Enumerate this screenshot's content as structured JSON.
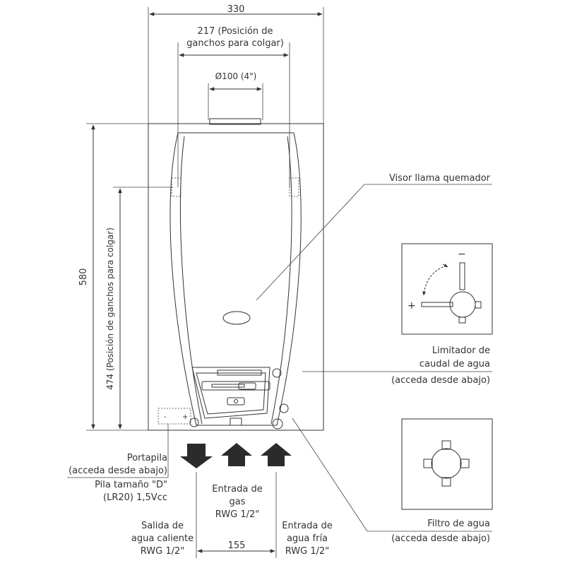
{
  "dimensions": {
    "overall_width": "330",
    "hooks_spacing_line1": "217 (Posición de",
    "hooks_spacing_line2": "ganchos para colgar)",
    "flue_diameter": "Ø100 (4\")",
    "overall_height": "580",
    "hooks_height": "474 (Posición de ganchos para colgar)",
    "connection_spacing": "155"
  },
  "labels": {
    "burner_viewer": "Visor llama quemador",
    "flow_limiter_line1": "Limitador de",
    "flow_limiter_line2": "caudal de agua",
    "flow_limiter_line3": "(acceda desde abajo)",
    "water_filter_line1": "Filtro de agua",
    "water_filter_line2": "(acceda desde abajo)",
    "battery_holder_line1": "Portapila",
    "battery_holder_line2": "(acceda desde abajo)",
    "battery_spec_line1": "Pila tamaño \"D\"",
    "battery_spec_line2": "(LR20) 1,5Vcc",
    "gas_inlet_line1": "Entrada de",
    "gas_inlet_line2": "gas",
    "gas_inlet_line3": "RWG 1/2\"",
    "hot_outlet_line1": "Salida de",
    "hot_outlet_line2": "agua caliente",
    "hot_outlet_line3": "RWG 1/2\"",
    "cold_inlet_line1": "Entrada de",
    "cold_inlet_line2": "agua fría",
    "cold_inlet_line3": "RWG 1/2\""
  },
  "symbols": {
    "plus": "+",
    "minus": "−",
    "battery_minus": "-",
    "battery_plus": "+"
  },
  "colors": {
    "line": "#333333",
    "arrow": "#2b2b2b"
  }
}
